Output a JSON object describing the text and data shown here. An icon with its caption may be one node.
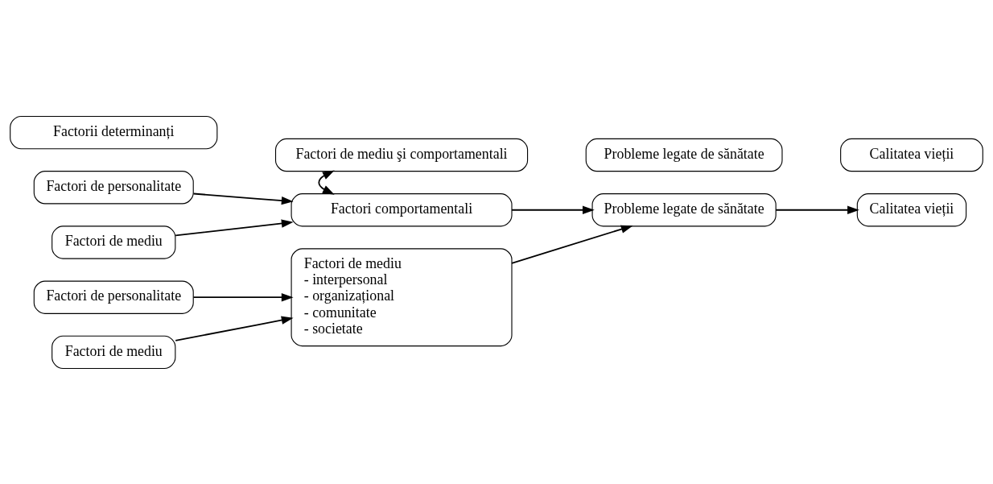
{
  "diagram": {
    "nodes": [
      {
        "text": [
          "Factorii determinanți"
        ]
      },
      {
        "text": [
          "Factori de mediu şi comportamentali"
        ]
      },
      {
        "text": [
          "Probleme legate de sănătate"
        ]
      },
      {
        "text": [
          "Calitatea vieții"
        ]
      },
      {
        "text": [
          "Factori de personalitate"
        ]
      },
      {
        "text": [
          "Factori de mediu"
        ]
      },
      {
        "text": [
          "Factori comportamentali"
        ]
      },
      {
        "text": [
          "Probleme legate de sănătate"
        ]
      },
      {
        "text": [
          "Calitatea vieții"
        ]
      },
      {
        "text": [
          "Factori de personalitate"
        ]
      },
      {
        "text": [
          "Factori de mediu"
        ]
      },
      {
        "text": [
          "Factori de mediu",
          "- interpersonal",
          "- organizațional",
          "- comunitate",
          "- societate"
        ]
      }
    ],
    "edges": [
      {
        "from": 4,
        "to": 6,
        "arrow": "to"
      },
      {
        "from": 5,
        "to": 6,
        "arrow": "to"
      },
      {
        "from": 1,
        "to": 6,
        "arrow": "both"
      },
      {
        "from": 6,
        "to": 7,
        "arrow": "to"
      },
      {
        "from": 7,
        "to": 8,
        "arrow": "to"
      },
      {
        "from": 9,
        "to": 11,
        "arrow": "to"
      },
      {
        "from": 10,
        "to": 11,
        "arrow": "to"
      },
      {
        "from": 11,
        "to": 7,
        "arrow": "to"
      }
    ]
  }
}
